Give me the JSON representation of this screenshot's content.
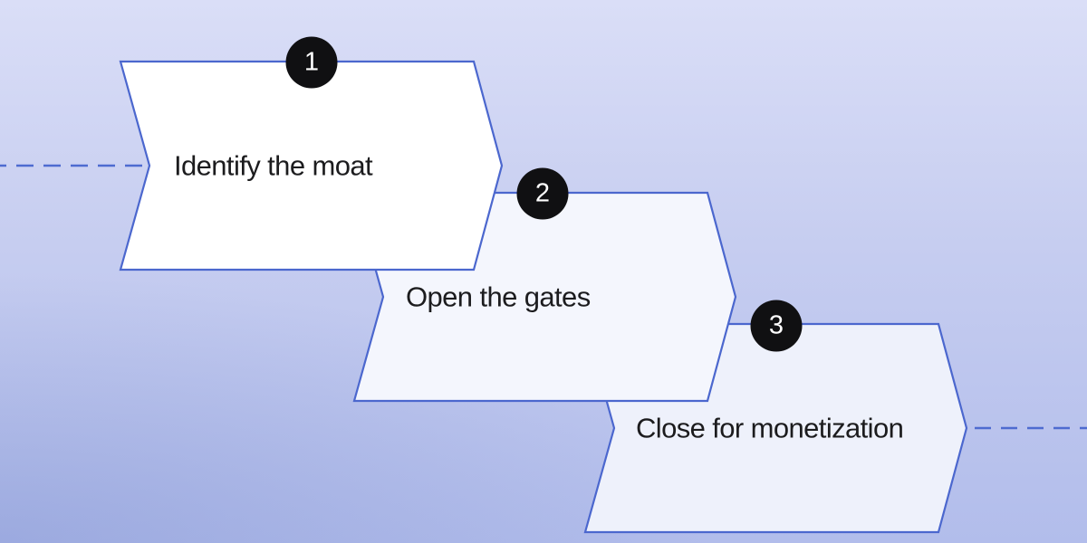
{
  "diagram": {
    "title_visible": false,
    "steps": [
      {
        "number": "1",
        "label": "Identify the moat"
      },
      {
        "number": "2",
        "label": "Open the gates"
      },
      {
        "number": "3",
        "label": "Close for monetization"
      }
    ],
    "connectors": {
      "incoming": "dashed-line-left",
      "outgoing": "dashed-line-right"
    },
    "colors": {
      "background_top": "#dadef7",
      "background_bottom": "#b2bdeb",
      "background_corner_shade_base": "#687dc4",
      "step_1_fill": "#ffffff",
      "step_2_fill": "#f4f6fd",
      "step_3_fill": "#eef1fb",
      "border": "#4b67ce",
      "dashed_line": "#4e6bd0",
      "badge_background": "#101012",
      "badge_text": "#ffffff",
      "label_text": "#1c1c1e"
    }
  }
}
